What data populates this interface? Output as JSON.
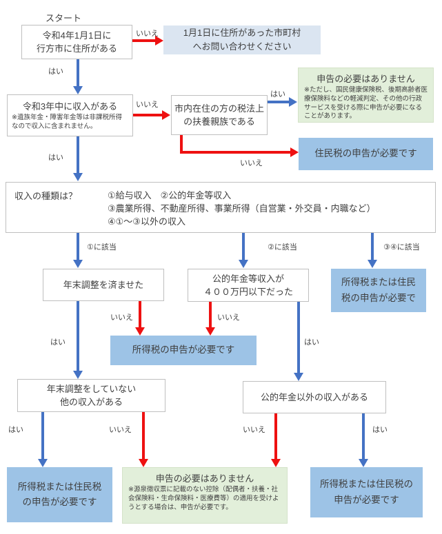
{
  "colors": {
    "arrow_blue": "#4472c4",
    "arrow_red": "#ee1111",
    "result_blue": "#9dc3e6",
    "info_lightblue": "#dbe5f1",
    "note_green": "#e2efda",
    "box_border": "#bfbfbf",
    "text": "#3f3f3f"
  },
  "labels": {
    "yes": "はい",
    "no": "いいえ",
    "cond1": "①に該当",
    "cond2": "②に該当",
    "cond34": "③④に該当"
  },
  "nodes": {
    "start": {
      "label": "スタート"
    },
    "q1": {
      "lines": [
        "令和4年1月1日に",
        "行方市に住所がある"
      ]
    },
    "contact": {
      "lines": [
        "1月1日に住所があった市町村",
        "へお問い合わせください"
      ]
    },
    "q2": {
      "title": "令和3年中に収入がある",
      "note": "※遺族年金・障害年金等は非課税所得なので収入に含まれません。"
    },
    "q3": {
      "lines": [
        "市内在住の方の税法上",
        "の扶養親族である"
      ]
    },
    "noneed_top": {
      "title": "申告の必要はありません",
      "note": "※ただし、国民健康保険税、後期高齢者医療保険料などの軽減判定、その他の行政サービスを受ける際に申告が必要になることがあります。"
    },
    "juminzei": {
      "text": "住民税の申告が必要です"
    },
    "income": {
      "question": "収入の種類は？",
      "options": [
        "①給与収入　②公的年金等収入",
        "③農業所得、不動産所得、事業所得（自営業・外交員・内職など）",
        "④①～③以外の収入"
      ]
    },
    "nencho": {
      "text": "年末調整を済ませた"
    },
    "pension": {
      "lines": [
        "公的年金等収入が",
        "４００万円以下だった"
      ]
    },
    "result_mid_right": {
      "lines": [
        "所得税または住民",
        "税の申告が必要で"
      ]
    },
    "shotokuzei": {
      "text": "所得税の申告が必要です"
    },
    "nencho2": {
      "lines": [
        "年末調整をしていない",
        "他の収入がある"
      ]
    },
    "pension2": {
      "text": "公的年金以外の収入がある"
    },
    "result_left": {
      "lines": [
        "所得税または住民税",
        "の申告が必要です"
      ]
    },
    "noneed_bottom": {
      "title": "申告の必要はありません",
      "note": "※源泉徴収票に記載のない控除（配偶者・扶養・社会保険料・生命保険料・医療費等）の適用を受けようとする場合は、申告が必要です。"
    },
    "result_right": {
      "lines": [
        "所得税または住民税の",
        "申告が必要です"
      ]
    }
  }
}
